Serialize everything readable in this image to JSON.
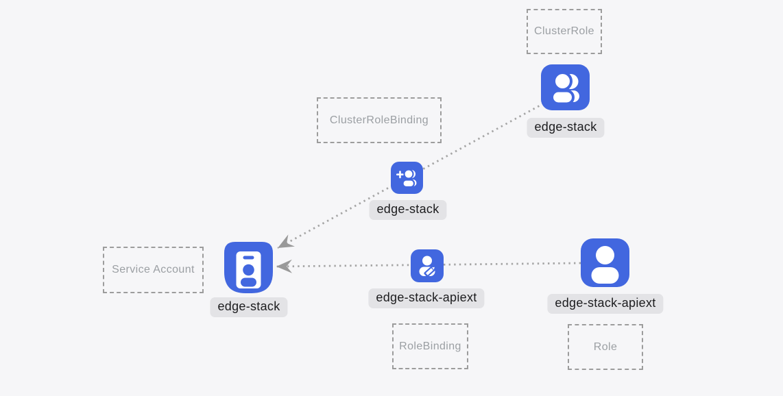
{
  "colors": {
    "node_blue": "#4267df",
    "label_bg": "#e3e3e6",
    "label_text": "#1c1c1e",
    "box_border": "#9c9c9c",
    "box_text": "#9b9fa3",
    "line_gray": "#a5a5a5",
    "arrow_gray": "#999999",
    "background": "#f6f6f8"
  },
  "boxes": {
    "cluster_role": {
      "label": "ClusterRole"
    },
    "cluster_role_binding": {
      "label": "ClusterRoleBinding"
    },
    "service_account": {
      "label": "Service Account"
    },
    "role_binding": {
      "label": "RoleBinding"
    },
    "role": {
      "label": "Role"
    }
  },
  "nodes": {
    "cluster_role": {
      "label": "edge-stack",
      "icon": "users-icon"
    },
    "cluster_role_binding": {
      "label": "edge-stack",
      "icon": "user-plus-icon"
    },
    "service_account": {
      "label": "edge-stack",
      "icon": "id-badge-icon"
    },
    "role_binding": {
      "label": "edge-stack-apiext",
      "icon": "user-edit-icon"
    },
    "role": {
      "label": "edge-stack-apiext",
      "icon": "user-icon"
    }
  },
  "edges": [
    {
      "from": "cluster_role",
      "through": "cluster_role_binding",
      "to": "service_account",
      "style": "dotted-arrow"
    },
    {
      "from": "role",
      "through": "role_binding",
      "to": "service_account",
      "style": "dotted-arrow"
    }
  ]
}
